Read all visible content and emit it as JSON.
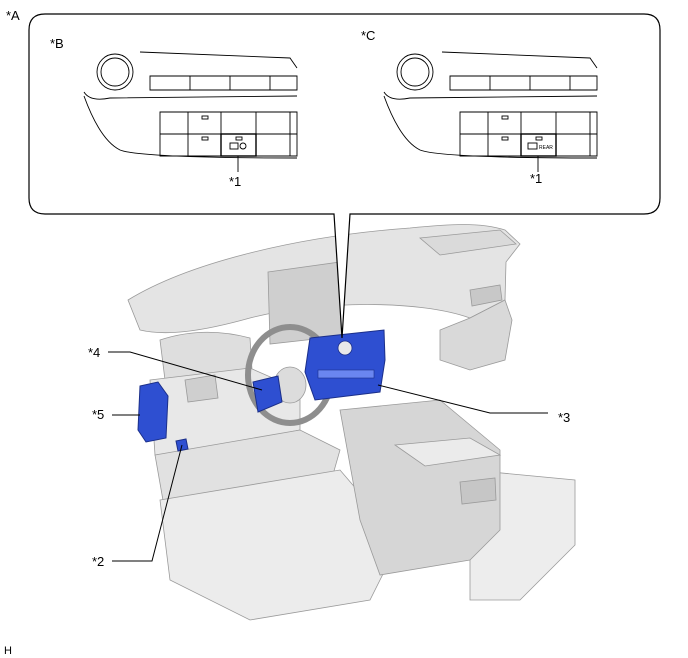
{
  "labels": {
    "view_a": "*A",
    "view_b": "*B",
    "view_c": "*C",
    "callout_1_b": "*1",
    "callout_1_c": "*1",
    "callout_2": "*2",
    "callout_3": "*3",
    "callout_4": "*4",
    "callout_5": "*5",
    "code": "H"
  },
  "switch_text": "REAR",
  "colors": {
    "component_blue": "#2e4fd1",
    "component_blue_dark": "#1b2f8a",
    "line": "#000000",
    "interior_light": "#e7e7e7",
    "interior_mid": "#cfcfcf",
    "interior_dark": "#a9a9a9"
  }
}
